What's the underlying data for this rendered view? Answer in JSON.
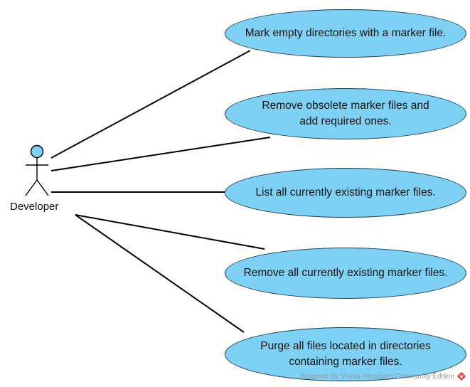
{
  "actor": {
    "name": "Developer"
  },
  "use_cases": [
    {
      "label": "Mark empty directories with a marker file."
    },
    {
      "label": "Remove obsolete marker files and add required ones."
    },
    {
      "label": "List all currently existing marker files."
    },
    {
      "label": "Remove all currently existing marker files."
    },
    {
      "label": "Purge all files located in directories containing marker files."
    }
  ],
  "watermark": {
    "powered_by": "Powered By",
    "product": "Visual Paradigm Community Edition",
    "logo_icon": "visual-paradigm-logo-icon"
  },
  "colors": {
    "usecase_fill": "#7fd0f5",
    "actor_head_fill": "#7fd0f5",
    "line": "#000000"
  }
}
